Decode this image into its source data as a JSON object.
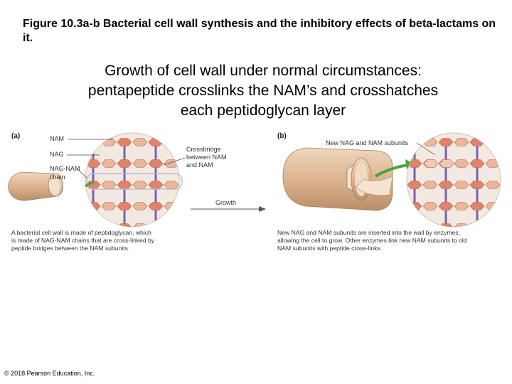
{
  "figure_title": "Figure 10.3a-b  Bacterial cell wall synthesis and the inhibitory effects of beta-lactams on it.",
  "subtitle": "Growth of cell wall under normal circumstances: pentapeptide crosslinks the NAM’s and crosshatches each peptidoglycan layer",
  "panel_a": {
    "label": "(a)",
    "labels": [
      "NAM",
      "NAG",
      "NAG-NAM",
      "chain"
    ],
    "crossbridge_label": [
      "Crossbridge",
      "between NAM",
      "and NAM"
    ],
    "growth_label": "Growth",
    "caption": [
      "A bacterial cell wall is made of peptidoglycan, which",
      "is made of NAG-NAM chains that are cross-linked by",
      "peptide bridges between the NAM subunits."
    ]
  },
  "panel_b": {
    "label": "(b)",
    "new_subunits_label": "New NAG and NAM subunits",
    "caption": [
      "New NAG and NAM subunits are inserted into the wall by enzymes,",
      "allowing the cell to grow. Other enzymes link new NAM subunits to old",
      "NAM subunits with peptide cross-links."
    ]
  },
  "copyright": "© 2018 Pearson Education, Inc.",
  "colors": {
    "nam": "#e0836a",
    "nag": "#eab79b",
    "bridge": "#7a62b0",
    "cell": "#dbb894",
    "arrow": "#49a43a"
  }
}
